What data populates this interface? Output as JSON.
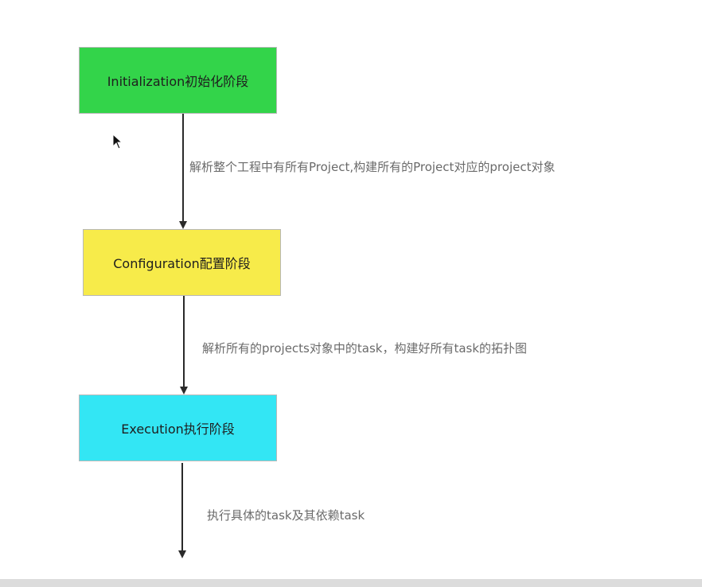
{
  "colors": {
    "initialization": "#33d44a",
    "configuration": "#f7eb4a",
    "execution": "#33e6f4",
    "arrow": "#2a2a2a",
    "annotation_text": "#6a6a6a"
  },
  "stages": [
    {
      "label": "Initialization初始化阶段"
    },
    {
      "label": "Configuration配置阶段"
    },
    {
      "label": "Execution执行阶段"
    }
  ],
  "annotations": [
    "解析整个工程中有所有Project,构建所有的Project对应的project对象",
    "解析所有的projects对象中的task，构建好所有task的拓扑图",
    "执行具体的task及其依赖task"
  ],
  "icons": {
    "cursor": "mouse-pointer-icon"
  }
}
